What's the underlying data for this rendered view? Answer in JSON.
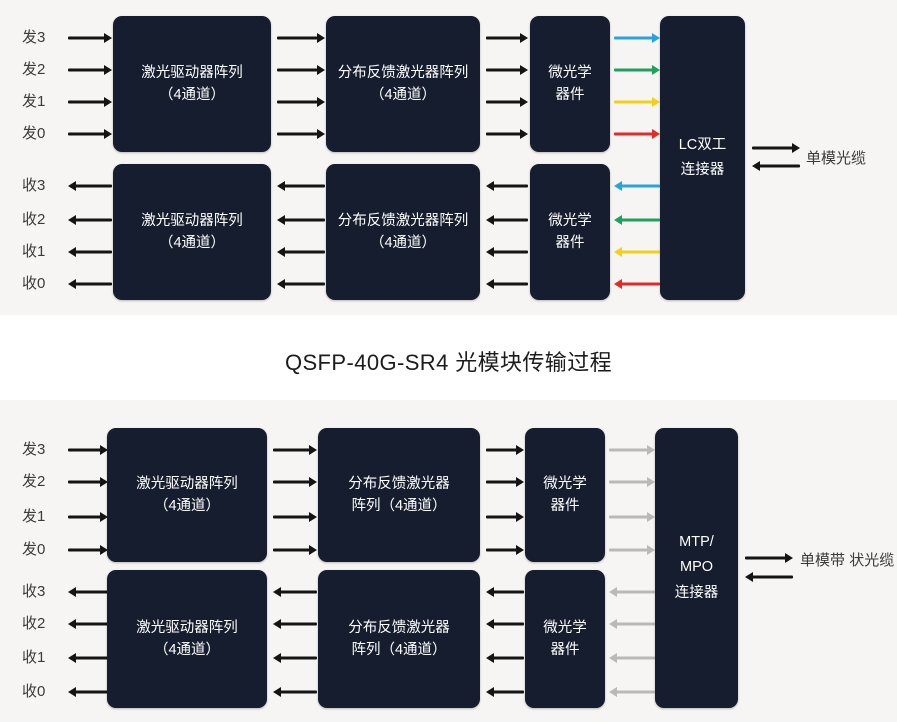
{
  "figure": {
    "title": "QSFP-40G-SR4 光模块传输过程",
    "background_color": "#f6f5f3",
    "block_color": "#151d2e",
    "block_text_color": "#ffffff"
  },
  "colors": {
    "black_arrow": "#141414",
    "gray_arrow": "#b9b9b9",
    "lane_blue": "#2aa3dd",
    "lane_green": "#20a05c",
    "lane_yellow": "#f4cf17",
    "lane_red": "#e02b26"
  },
  "ports": {
    "tx": [
      "发3",
      "发2",
      "发1",
      "发0"
    ],
    "rx": [
      "收3",
      "收2",
      "收1",
      "收0"
    ]
  },
  "top_diagram": {
    "tx_driver": {
      "line1": "激光驱动器阵列",
      "line2": "（4通道）"
    },
    "rx_driver": {
      "line1": "激光驱动器阵列",
      "line2": "（4通道）"
    },
    "tx_laser": {
      "line1": "分布反馈激光器阵列",
      "line2": "（4通道）"
    },
    "rx_laser": {
      "line1": "分布反馈激光器阵列",
      "line2": "（4通道）"
    },
    "tx_optics": {
      "line1": "微光学",
      "line2": "器件"
    },
    "rx_optics": {
      "line1": "微光学",
      "line2": "器件"
    },
    "connector": {
      "line1": "LC双工",
      "line2": "连接器"
    },
    "cable": {
      "line1": "单模光缆",
      "line2": ""
    },
    "lane_colors": [
      "lane_blue",
      "lane_green",
      "lane_yellow",
      "lane_red"
    ]
  },
  "bottom_diagram": {
    "tx_driver": {
      "line1": "激光驱动器阵列",
      "line2": "（4通道）"
    },
    "rx_driver": {
      "line1": "激光驱动器阵列",
      "line2": "（4通道）"
    },
    "tx_laser": {
      "line1": "分布反馈激光器",
      "line2": "阵列（4通道）"
    },
    "rx_laser": {
      "line1": "分布反馈激光器",
      "line2": "阵列（4通道）"
    },
    "tx_optics": {
      "line1": "微光学",
      "line2": "器件"
    },
    "rx_optics": {
      "line1": "微光学",
      "line2": "器件"
    },
    "connector": {
      "line1": "MTP/",
      "line2": "MPO",
      "line3": "连接器"
    },
    "cable": {
      "line1": "单模带",
      "line2": "状光缆"
    }
  }
}
